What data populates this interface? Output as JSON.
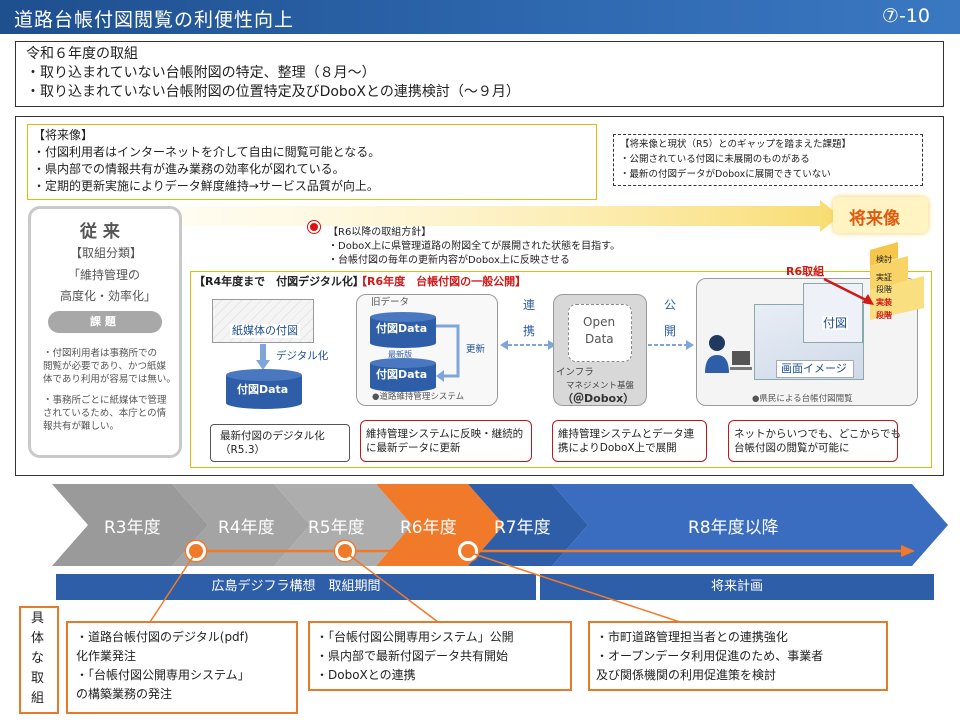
{
  "header": {
    "title": "道路台帳付図閲覧の利便性向上",
    "page_number": "⑦-10"
  },
  "r6_box": {
    "line1": "令和６年度の取組",
    "line2": "・取り込まれていない台帳附図の特定、整理（８月～）",
    "line3": "・取り込まれていない台帳附図の位置特定及びDoboXとの連携検討（～９月）"
  },
  "future_box": {
    "heading": "【将来像】",
    "items": [
      "・付図利用者はインターネットを介して自由に閲覧可能となる。",
      "・県内部での情報共有が進み業務の効率化が図れている。",
      "・定期的更新実施によりデータ鮮度維持→サービス品質が向上。"
    ]
  },
  "gap_box": {
    "heading": "【将来像と現状（R5）とのギャップを踏まえた課題】",
    "items": [
      "・公開されている付図に未展開のものがある",
      "・最新の付図データがDoboxに展開できていない"
    ]
  },
  "conventional": {
    "title": "従 来",
    "category_label": "【取組分類】",
    "category_1": "「維持管理の",
    "category_2": "高度化・効率化」",
    "issue_label": "課 題",
    "issue1_lines": [
      "・付図利用者は事務所での",
      "閲覧が必要であり、かつ紙媒",
      "体であり利用が容易では無い。"
    ],
    "issue2_lines": [
      "・事務所ごとに紙媒体で管理",
      "されているため、本庁との情",
      "報共有が難しい。"
    ]
  },
  "future_label": "将来像",
  "policy": {
    "heading": "【R6以降の取組方針】",
    "line1": "・DoboX上に県管理道路の附図全てが展開された状態を目指す。",
    "line2": "・台帳付図の毎年の更新内容がDobox上に反映させる"
  },
  "flow": {
    "r4_label": "【R4年度まで　付図デジタル化】",
    "r6_label": "【R6年度　台帳付図の一般公開】",
    "paper": "紙媒体の付図",
    "digitize": "デジタル化",
    "fuzu_data": "付図Data",
    "old_data": "旧データ",
    "old_fuzu": "付図Data",
    "new_label": "最新版",
    "new_fuzu": "付図Data",
    "update": "更新",
    "system_label": "●道路維持管理システム",
    "renkei": [
      "連",
      "携"
    ],
    "open_data_1": "Open",
    "open_data_2": "Data",
    "infra_1": "インフラ",
    "infra_2": "マネジメント基盤",
    "dobox": "（＠Dobox）",
    "kokai": [
      "公",
      "開"
    ],
    "r6_tori": "R6取組",
    "fuzu_screen": "付図",
    "screen_image": "画面イメージ",
    "citizen": "●県民による台帳付図閲覧",
    "pyramid": [
      "検討",
      "実証",
      "段階",
      "実装",
      "段階"
    ],
    "note_a": [
      "最新付図のデジタル化",
      "（R5.3）"
    ],
    "note_b": [
      "維持管理システムに反映・継続的",
      "に最新データに更新"
    ],
    "note_c": [
      "維持管理システムとデータ連",
      "携によりDoboX上で展開"
    ],
    "note_d": [
      "ネットからいつでも、どこからでも",
      "台帳付図の閲覧が可能に"
    ]
  },
  "timeline": {
    "years": [
      "R3年度",
      "R4年度",
      "R5年度",
      "R6年度",
      "R7年度",
      "R8年度以降"
    ],
    "highlight_color": "#f07a2a",
    "gray_color": "#9a9a9a",
    "blue_color": "#2f5ea8",
    "bar_left": "広島デジフラ構想　取組期間",
    "bar_right": "将来計画"
  },
  "concrete": {
    "label": [
      "具",
      "体",
      "な",
      "取",
      "組"
    ],
    "box1": [
      "・道路台帳付図のデジタル(pdf)",
      "化作業発注",
      "・「台帳付図公開専用システム」",
      "の構築業務の発注"
    ],
    "box2": [
      "・「台帳付図公開専用システム」公開",
      "・県内部で最新付図データ共有開始",
      "・DoboXとの連携"
    ],
    "box3": [
      "・市町道路管理担当者との連携強化",
      "・オープンデータ利用促進のため、事業者",
      "及び関係機関の利用促進策を検討"
    ]
  }
}
